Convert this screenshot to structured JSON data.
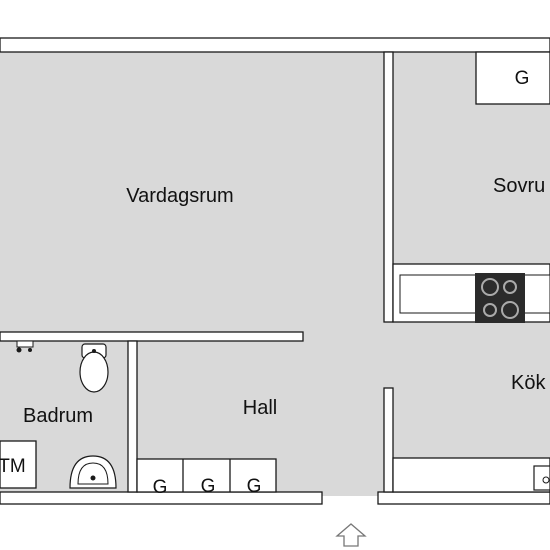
{
  "rooms": {
    "living_room": "Vardagsrum",
    "bedroom": "Sovru",
    "kitchen": "Kök",
    "bathroom": "Badrum",
    "hall": "Hall"
  },
  "fixtures": {
    "bedroom_wardrobe": "G",
    "hall_wardrobe_1": "G",
    "hall_wardrobe_2": "G",
    "hall_wardrobe_3": "G",
    "washing_machine": "TM"
  },
  "icons": {
    "entrance": "entrance-arrow-icon",
    "stove": "stove-icon",
    "sink": "sink-icon",
    "toilet": "toilet-icon",
    "washbasin": "washbasin-icon"
  },
  "colors": {
    "floor": "#d9d9d9",
    "wall": "#1a1a1a",
    "fixture": "#ffffff",
    "stove": "#2b2b2b"
  }
}
